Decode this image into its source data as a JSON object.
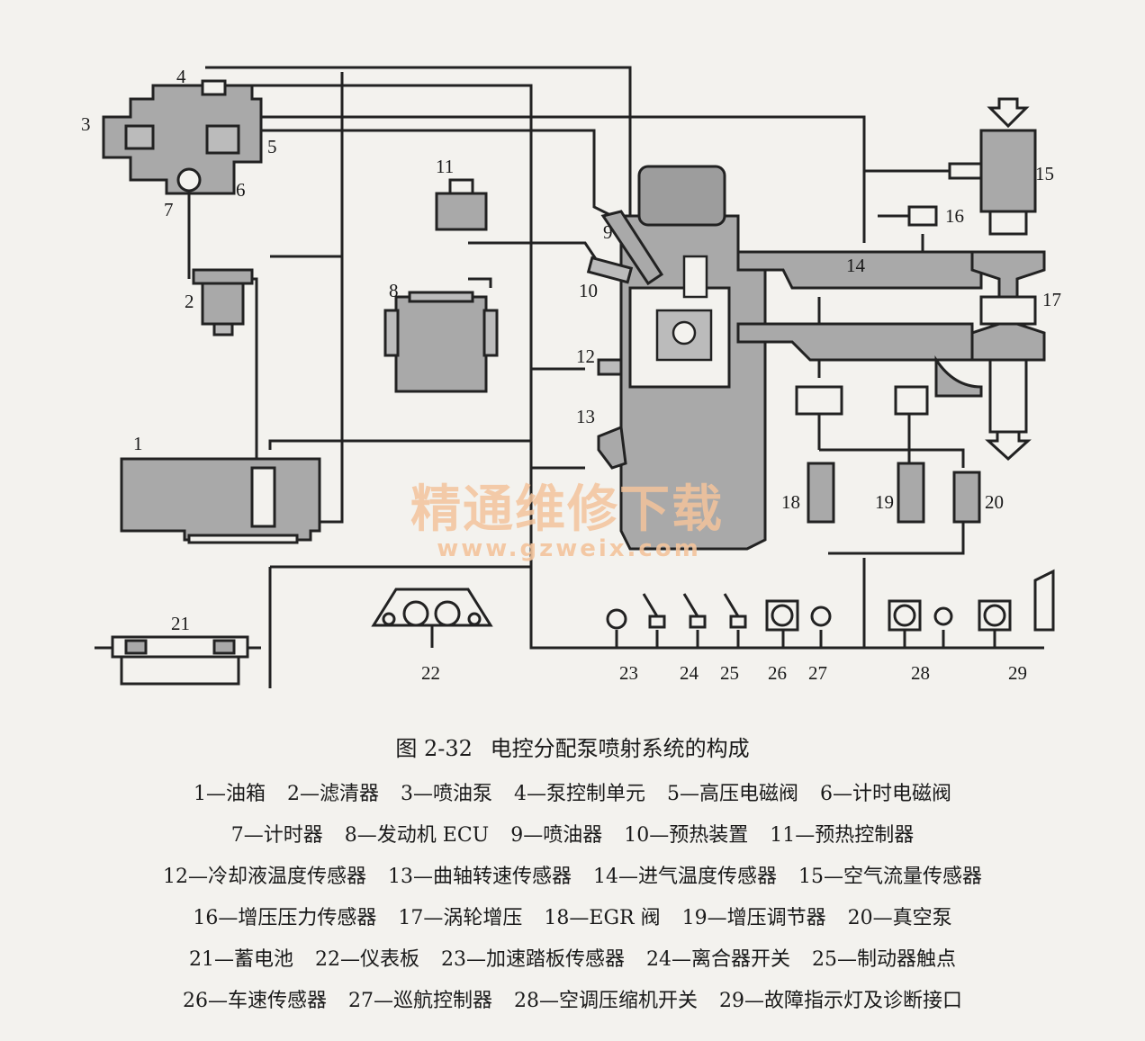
{
  "diagram": {
    "numbers": [
      "1",
      "2",
      "3",
      "4",
      "5",
      "6",
      "7",
      "8",
      "9",
      "10",
      "11",
      "12",
      "13",
      "14",
      "15",
      "16",
      "17",
      "18",
      "19",
      "20",
      "21",
      "22",
      "23",
      "24",
      "25",
      "26",
      "27",
      "28",
      "29"
    ],
    "watermark": {
      "cn": "精通维修下载",
      "url": "www.gzweix.com"
    }
  },
  "caption": {
    "figure": "图 2-32",
    "title": "电控分配泵喷射系统的构成"
  },
  "legend_lines": [
    [
      "1—油箱",
      "2—滤清器",
      "3—喷油泵",
      "4—泵控制单元",
      "5—高压电磁阀",
      "6—计时电磁阀"
    ],
    [
      "7—计时器",
      "8—发动机 ECU",
      "9—喷油器",
      "10—预热装置",
      "11—预热控制器"
    ],
    [
      "12—冷却液温度传感器",
      "13—曲轴转速传感器",
      "14—进气温度传感器",
      "15—空气流量传感器"
    ],
    [
      "16—增压压力传感器",
      "17—涡轮增压",
      "18—EGR 阀",
      "19—增压调节器",
      "20—真空泵"
    ],
    [
      "21—蓄电池",
      "22—仪表板",
      "23—加速踏板传感器",
      "24—离合器开关",
      "25—制动器触点"
    ],
    [
      "26—车速传感器",
      "27—巡航控制器",
      "28—空调压缩机开关",
      "29—故障指示灯及诊断接口"
    ]
  ]
}
